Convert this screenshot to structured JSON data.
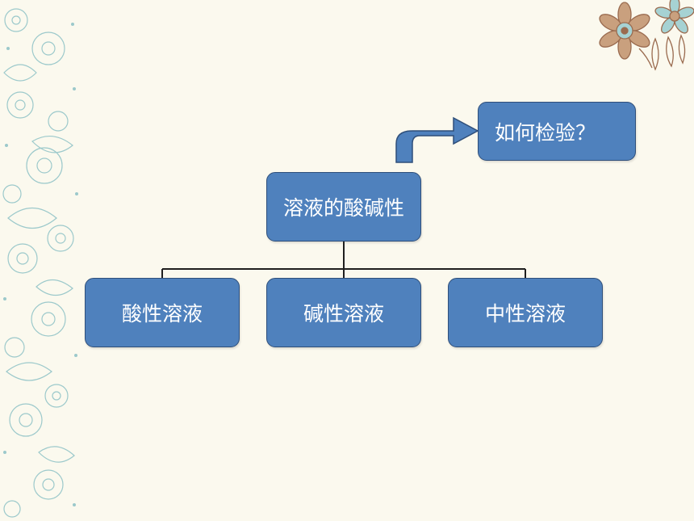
{
  "slide": {
    "background_color": "#fbf9ee",
    "accent_color": "#4f81bd",
    "border_motif_color": "#8ec3c6",
    "ornament_colors": [
      "#b07a5b",
      "#8ec3c6",
      "#c9a07e"
    ]
  },
  "diagram": {
    "question_label": "如何检验？",
    "root_label": "溶液的酸碱性",
    "children": [
      {
        "label": "酸性溶液"
      },
      {
        "label": "碱性溶液"
      },
      {
        "label": "中性溶液"
      }
    ]
  }
}
